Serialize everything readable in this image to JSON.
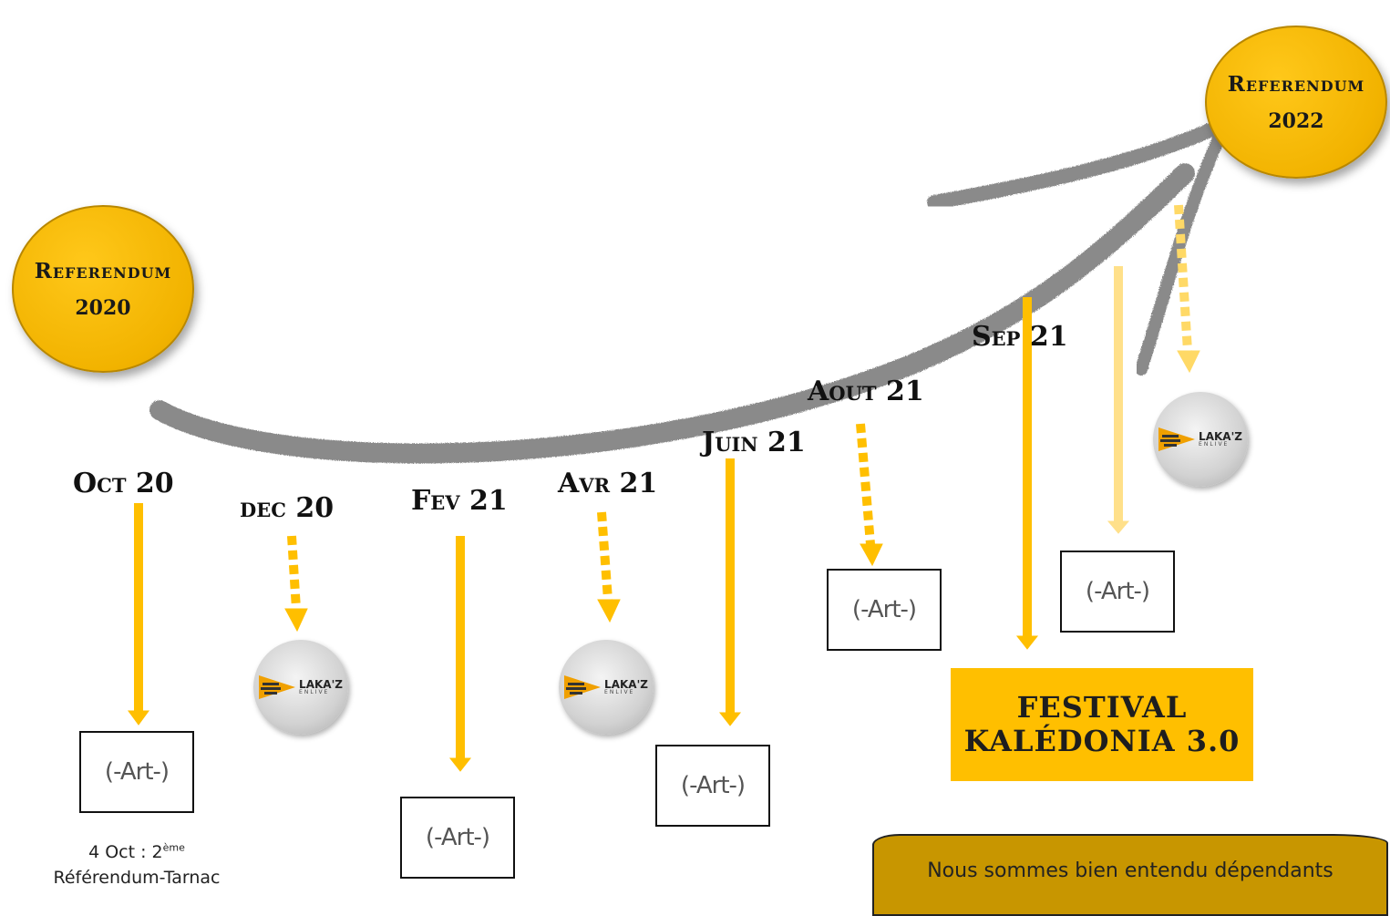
{
  "circles": {
    "start": {
      "title": "Referendum",
      "year": "2020"
    },
    "end": {
      "title": "Referendum",
      "year": "2022"
    }
  },
  "months": [
    "Oct 20",
    "dec 20",
    "Fev 21",
    "Avr 21",
    "Juin 21",
    "Aout 21",
    "Sep 21"
  ],
  "art_label": "(-Art-)",
  "logo": {
    "name": "LAKA'Z",
    "tagline": "ENLIVE"
  },
  "festival": {
    "line1": "FESTIVAL",
    "line2": "KALÉDONIA 3.0"
  },
  "caption": {
    "line1_a": "4 Oct : 2",
    "line1_sup": "ème",
    "line2": "Référendum-Tarnac"
  },
  "note": {
    "text": "Nous sommes bien entendu dépendants"
  },
  "colors": {
    "accent": "#ffbf00",
    "arc": "#8a8a8a",
    "ink": "#111111"
  }
}
